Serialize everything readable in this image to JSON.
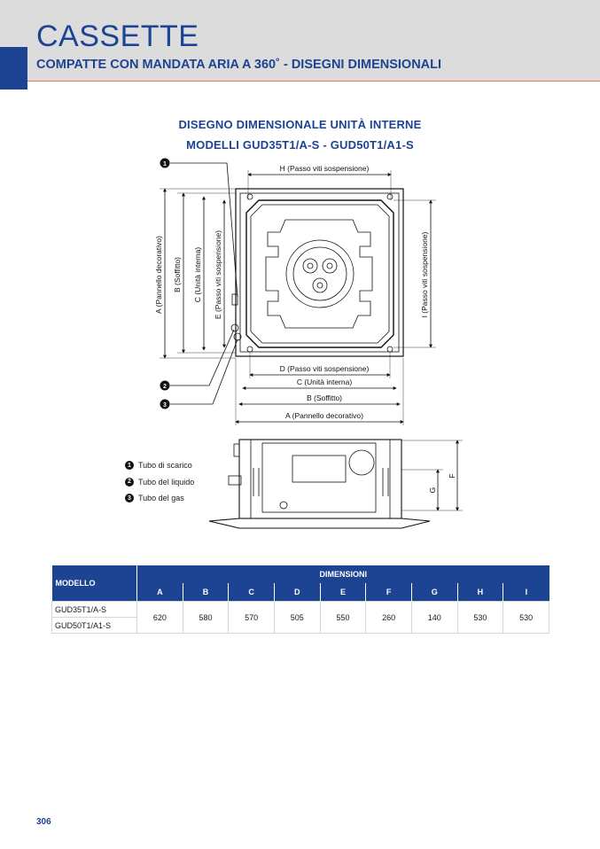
{
  "header": {
    "title": "CASSETTE",
    "subtitle": "COMPATTE CON MANDATA ARIA A 360˚ - DISEGNI DIMENSIONALI"
  },
  "section": {
    "title_line1": "DISEGNO DIMENSIONALE UNITÀ INTERNE",
    "title_line2": "MODELLI GUD35T1/A-S - GUD50T1/A1-S"
  },
  "drawing": {
    "labels": {
      "h": "H (Passo viti sospensione)",
      "a_left": "A (Pannello decorativo)",
      "b_left": "B (Soffitto)",
      "c_left": "C (Unità interna)",
      "e_left": "E (Passo viti sospensione)",
      "i_right": "I (Passo viti sospensione)",
      "d_bottom": "D (Passo viti sospensione)",
      "c_bottom": "C (Unità interna)",
      "b_bottom": "B (Soffitto)",
      "a_bottom": "A (Pannello decorativo)",
      "side_g": "G",
      "side_f": "F"
    },
    "callouts": [
      "1",
      "2",
      "3"
    ]
  },
  "legend": [
    {
      "num": "1",
      "label": "Tubo di scarico"
    },
    {
      "num": "2",
      "label": "Tubo del liquido"
    },
    {
      "num": "3",
      "label": "Tubo del gas"
    }
  ],
  "table": {
    "model_header": "MODELLO",
    "dims_header": "DIMENSIONI",
    "columns": [
      "A",
      "B",
      "C",
      "D",
      "E",
      "F",
      "G",
      "H",
      "I"
    ],
    "models": [
      "GUD35T1/A-S",
      "GUD50T1/A1-S"
    ],
    "values": [
      "620",
      "580",
      "570",
      "505",
      "550",
      "260",
      "140",
      "530",
      "530"
    ]
  },
  "page_number": "306",
  "colors": {
    "brand_blue": "#1d4393",
    "header_gray": "#dcdcdc",
    "header_rule": "#e07b5b"
  }
}
